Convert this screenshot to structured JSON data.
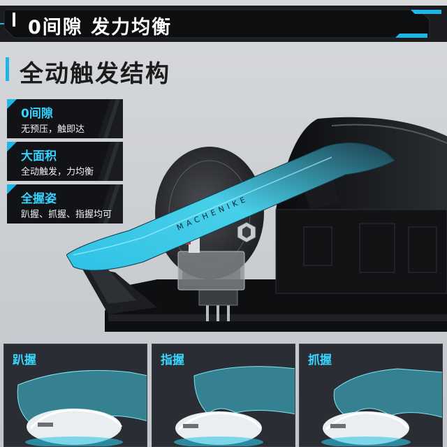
{
  "banner": {
    "title": "0间隙  发力均衡"
  },
  "heading": {
    "title": "全动触发结构"
  },
  "features": [
    {
      "title": "0间隙",
      "desc": "无预压，触即达"
    },
    {
      "title": "大面积",
      "desc": "全动触发，力均衡"
    },
    {
      "title": "全握姿",
      "desc": "趴握、抓握、指握均可"
    }
  ],
  "mouse": {
    "brand": "MACHENIKE"
  },
  "grips": [
    {
      "label": "趴握"
    },
    {
      "label": "指握"
    },
    {
      "label": "抓握"
    }
  ],
  "colors": {
    "accent": "#1fb6e5",
    "dark": "#111316",
    "background": "#cfd2d5"
  }
}
